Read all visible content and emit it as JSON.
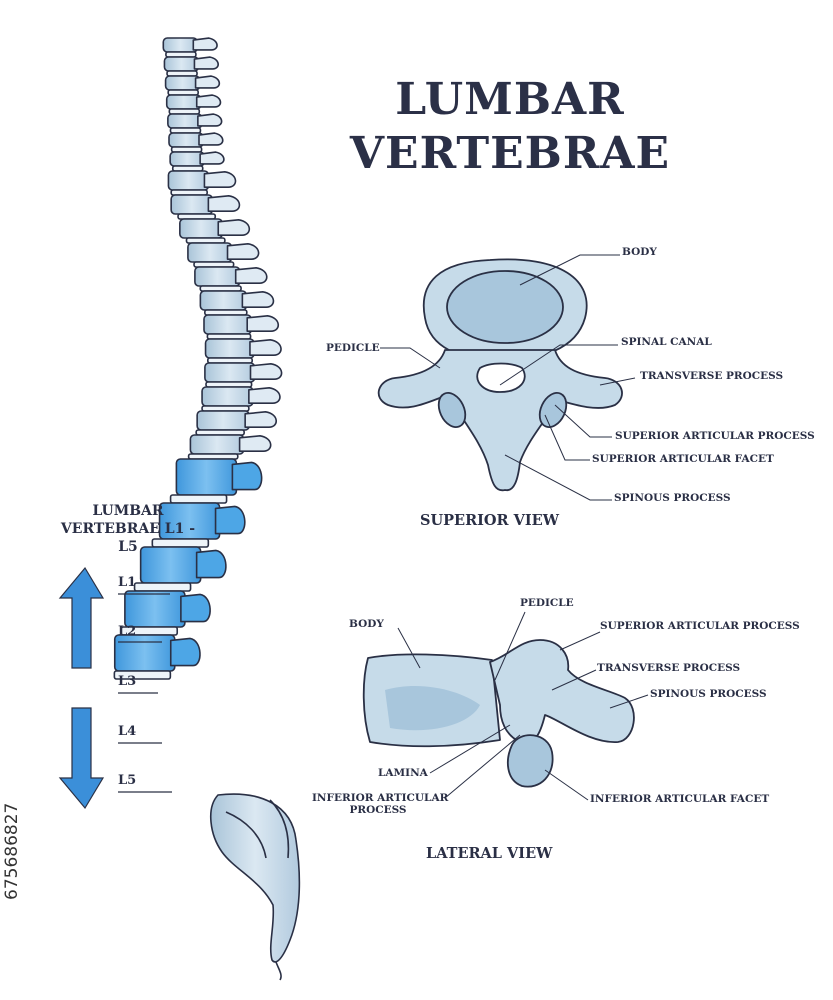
{
  "title": {
    "line1": "LUMBAR",
    "line2": "VERTEBRAE"
  },
  "spine": {
    "side_label_line1": "LUMBAR",
    "side_label_line2": "VERTEBRAE L1 - L5",
    "levels": [
      "L1",
      "L2",
      "L3",
      "L4",
      "L5"
    ]
  },
  "superior_view": {
    "caption": "SUPERIOR VIEW",
    "labels": {
      "body": "BODY",
      "pedicle": "PEDICLE",
      "spinal_canal": "SPINAL CANAL",
      "transverse_process": "TRANSVERSE PROCESS",
      "superior_articular_process": "SUPERIOR ARTICULAR PROCESS",
      "superior_articular_facet": "SUPERIOR ARTICULAR FACET",
      "spinous_process": "SPINOUS PROCESS"
    }
  },
  "lateral_view": {
    "caption": "LATERAL VIEW",
    "labels": {
      "body": "BODY",
      "pedicle": "PEDICLE",
      "superior_articular_process": "SUPERIOR ARTICULAR PROCESS",
      "transverse_process": "TRANSVERSE PROCESS",
      "spinous_process": "SPINOUS PROCESS",
      "lamina": "LAMINA",
      "inferior_articular_process_line1": "INFERIOR ARTICULAR",
      "inferior_articular_process_line2": "PROCESS",
      "inferior_articular_facet": "INFERIOR ARTICULAR FACET"
    }
  },
  "stock_id": "675686827",
  "colors": {
    "bone": "#c6dbe9",
    "bone_light": "#dfeaf3",
    "lumbar": "#4da6e6",
    "arrow": "#3b8fd9",
    "outline": "#2a3045",
    "text": "#2a2f45"
  }
}
